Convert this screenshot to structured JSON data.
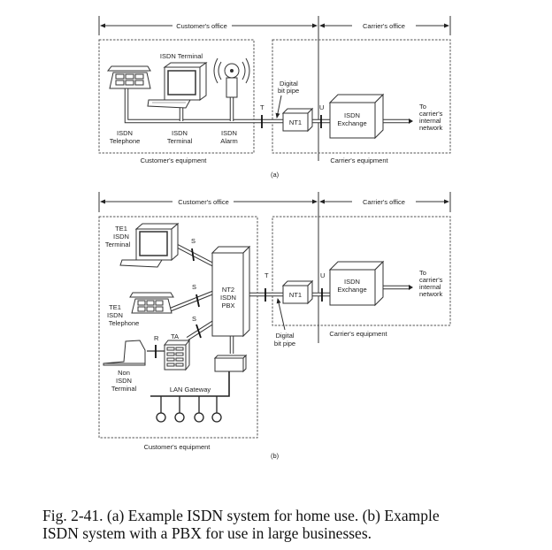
{
  "diagram_a": {
    "panel_label": "(a)",
    "customers_office": "Customer's office",
    "carriers_office": "Carrier's office",
    "isdn_terminal_top": "ISDN Terminal",
    "isdn_telephone": [
      "ISDN",
      "Telephone"
    ],
    "isdn_terminal": [
      "ISDN",
      "Terminal"
    ],
    "isdn_alarm": [
      "ISDN",
      "Alarm"
    ],
    "t_ref": "T",
    "u_ref": "U",
    "digital_bit_pipe": [
      "Digital",
      "bit pipe"
    ],
    "nt1": "NT1",
    "isdn_exchange": [
      "ISDN",
      "Exchange"
    ],
    "to_network": [
      "To",
      "carrier's",
      "internal",
      "network"
    ],
    "customers_equipment": "Customer's equipment",
    "carriers_equipment": "Carrier's equipment"
  },
  "diagram_b": {
    "panel_label": "(b)",
    "customers_office": "Customer's office",
    "carriers_office": "Carrier's office",
    "te1_terminal": [
      "TE1",
      "ISDN",
      "Terminal"
    ],
    "te1_telephone": [
      "TE1",
      "ISDN",
      "Telephone"
    ],
    "non_isdn_terminal": [
      "Non",
      "ISDN",
      "Terminal"
    ],
    "s_ref": "S",
    "r_ref": "R",
    "ta": "TA",
    "nt2": [
      "NT2",
      "ISDN",
      "PBX"
    ],
    "lan_gateway": "LAN Gateway",
    "t_ref": "T",
    "u_ref": "U",
    "nt1": "NT1",
    "digital_bit_pipe": [
      "Digital",
      "bit pipe"
    ],
    "isdn_exchange": [
      "ISDN",
      "Exchange"
    ],
    "to_network": [
      "To",
      "carrier's",
      "internal",
      "network"
    ],
    "customers_equipment": "Customer's equipment",
    "carriers_equipment": "Carrier's equipment"
  },
  "caption": {
    "line1": "Fig. 2-41. (a) Example ISDN system for home use. (b) Example",
    "line2": "ISDN system with a PBX for use in large businesses."
  }
}
